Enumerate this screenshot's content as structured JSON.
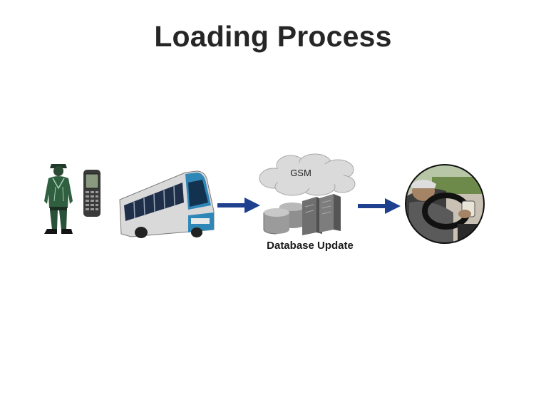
{
  "slide": {
    "title": "Loading Process",
    "cloud_label": "GSM",
    "database_label": "Database Update"
  },
  "icons": [
    "worker-icon",
    "handheld-scanner-icon",
    "bus-icon",
    "arrow-right-icon",
    "cloud-icon",
    "database-icon",
    "server-icon",
    "driver-photo-icon"
  ],
  "colors": {
    "arrow": "#1f3f8f",
    "bus_accent": "#2f87b8",
    "worker": "#2f5f3f"
  }
}
